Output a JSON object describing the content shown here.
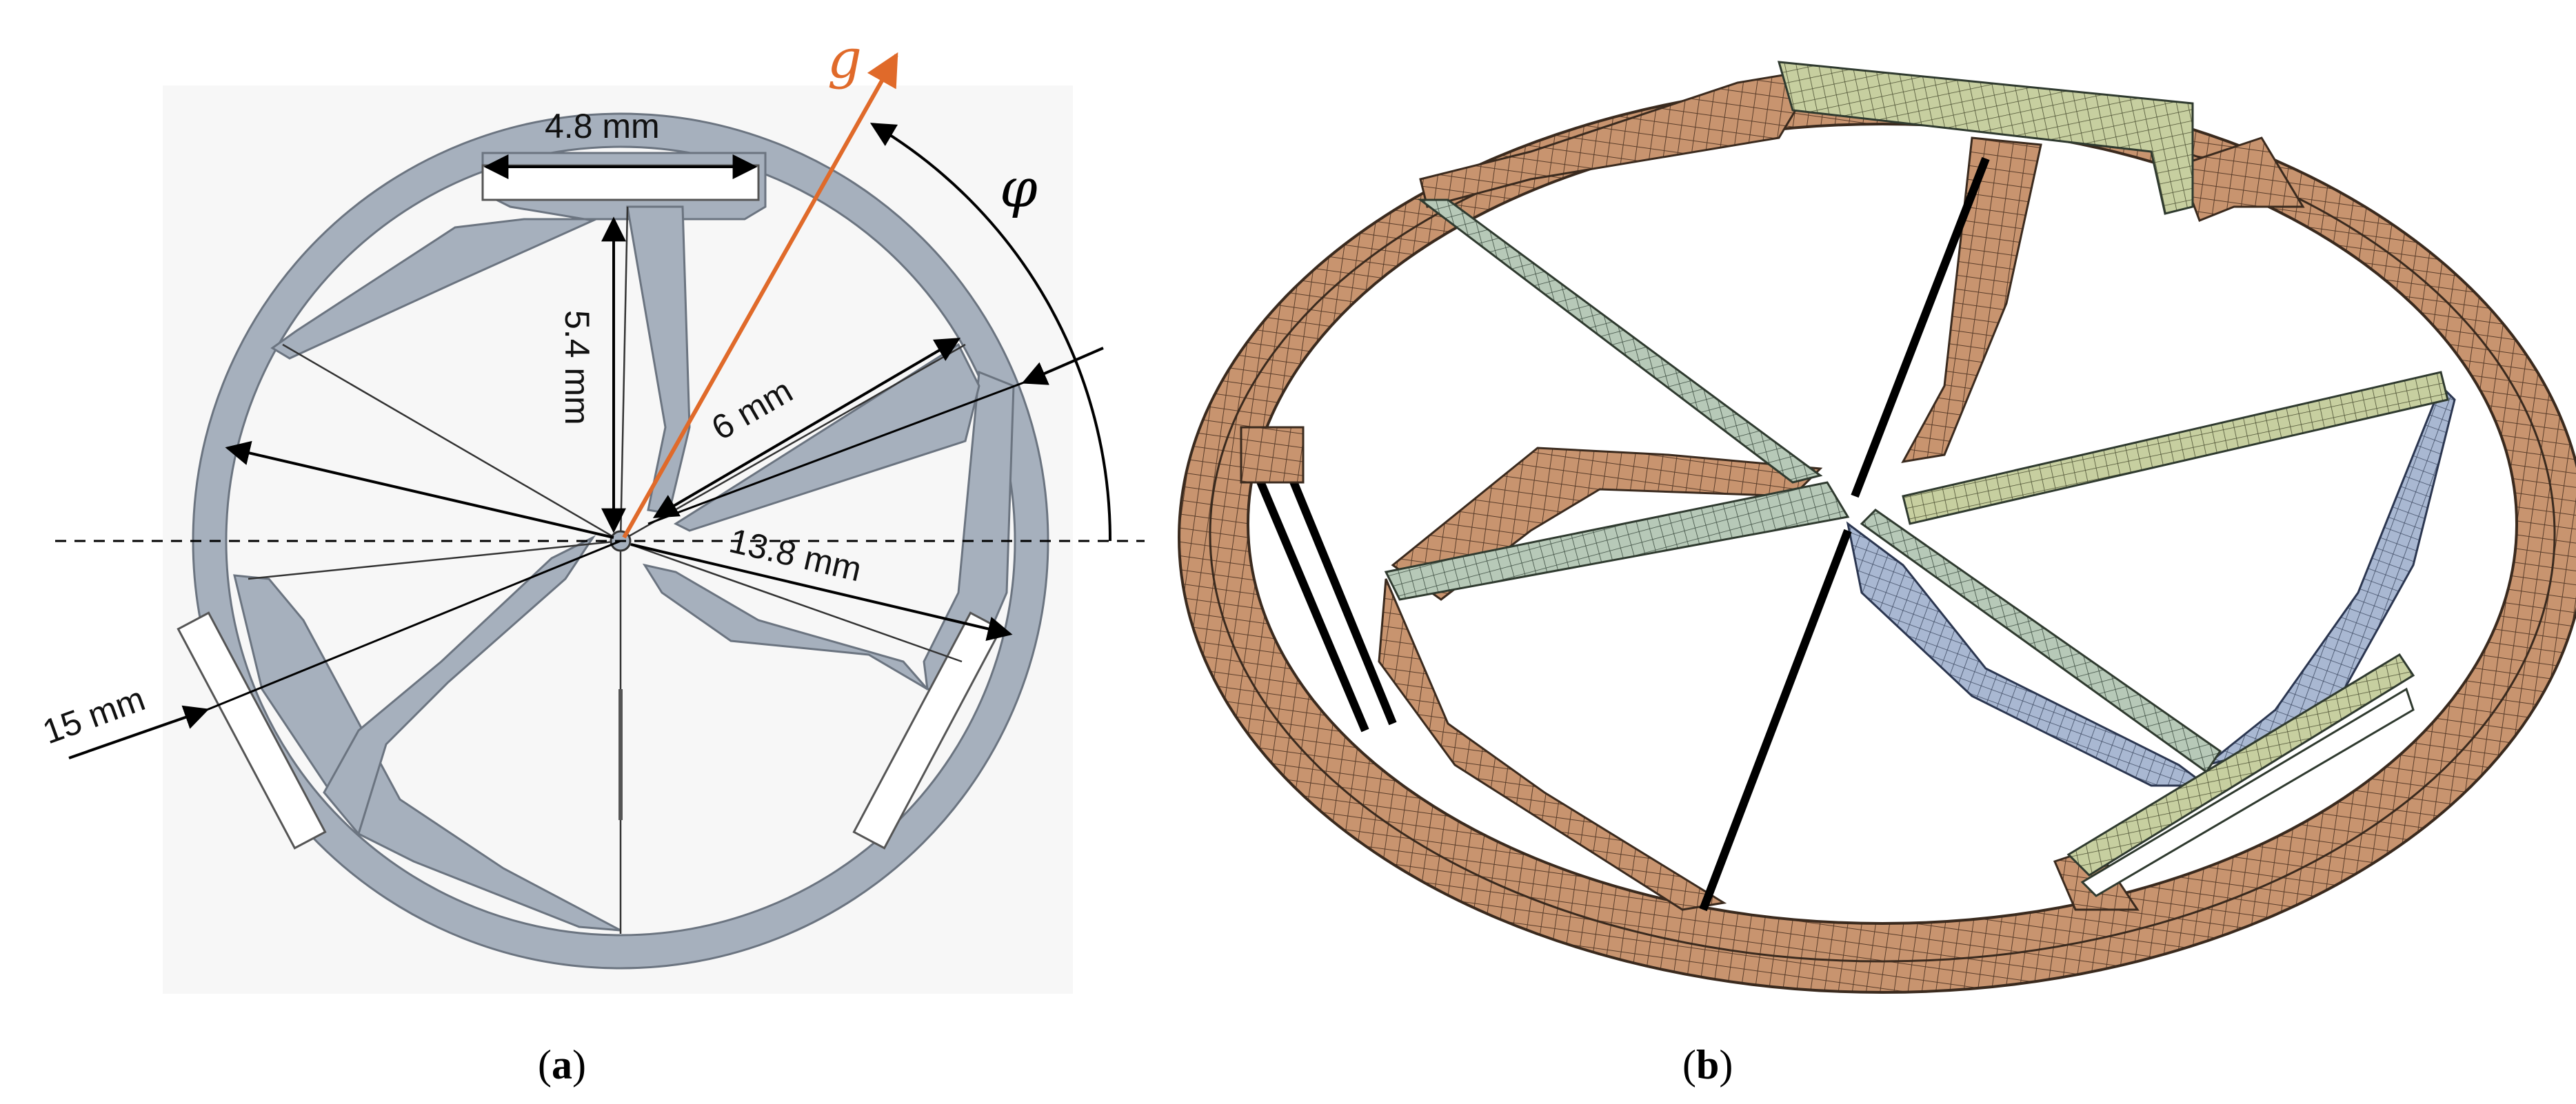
{
  "panel_a": {
    "dimensions": {
      "top_width": "4.8 mm",
      "radial_length": "5.4 mm",
      "inner_radius": "6 mm",
      "ring_inner": "13.8 mm",
      "ring_outer": "15 mm"
    },
    "gravity_symbol": "g",
    "angle_symbol": "φ",
    "colors": {
      "body": "#a6b0bd",
      "background": "#f7f7f7",
      "gravity": "#e06a2a"
    }
  },
  "panel_b": {
    "colors": {
      "copper": "#c8946f",
      "blue": "#a9b8d2",
      "green": "#b7c9b8",
      "yellow": "#c7cfa0",
      "purple": "#b0a9c8"
    }
  },
  "captions": {
    "a": "a",
    "b": "b"
  }
}
